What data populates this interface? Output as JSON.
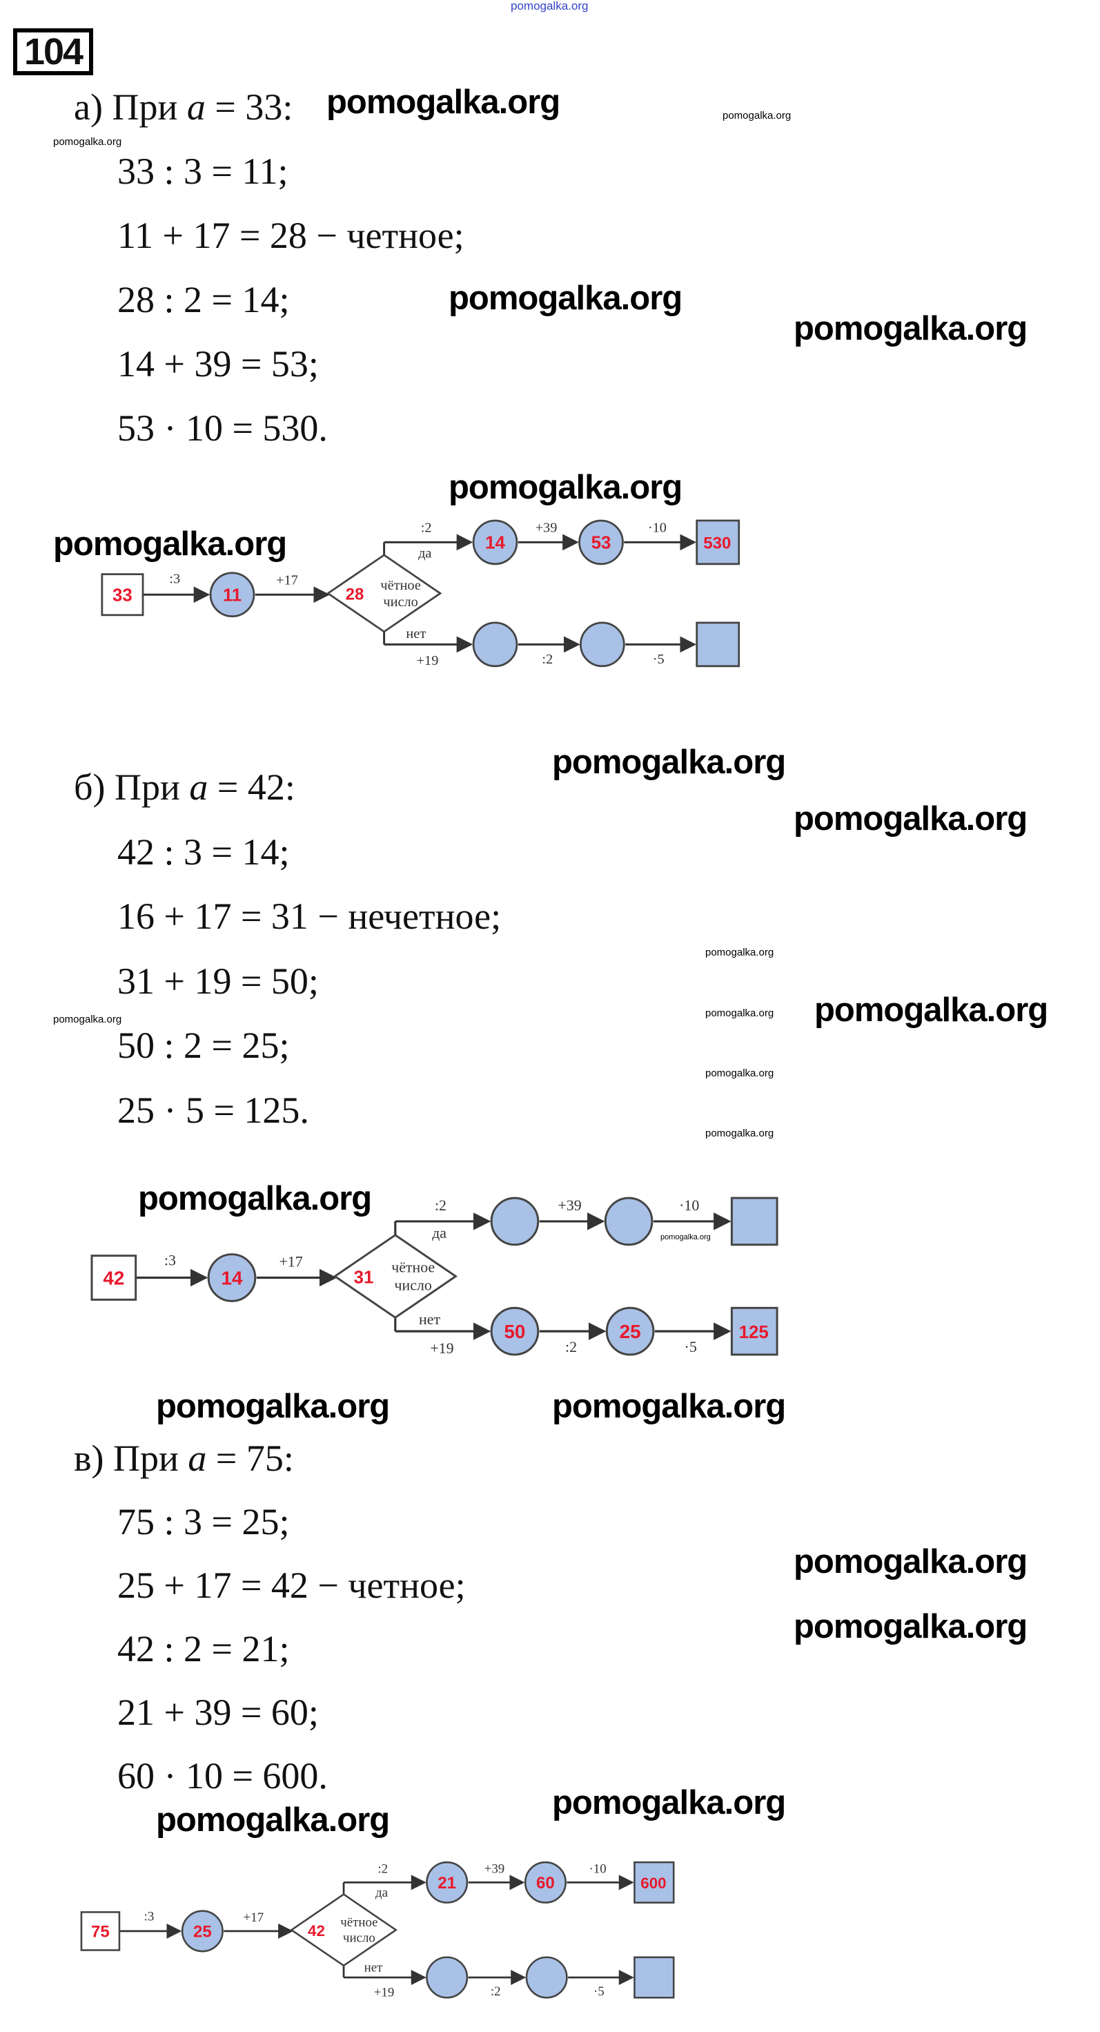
{
  "problem_number": "104",
  "watermark": "pomogalka.org",
  "colors": {
    "node_fill": "#a9c1e6",
    "answer_red": "#e8192c",
    "watermark_top": "#3344cc"
  },
  "sections": [
    {
      "label": "а)",
      "pri": "При",
      "var": "a",
      "rest": " = 33:",
      "equations": [
        "33 : 3 = 11;",
        "11 + 17 = 28 − четное;",
        "28 : 2 = 14;",
        "14 + 39 = 53;",
        "53 · 10 = 530."
      ],
      "diagram": {
        "start": "33",
        "c1": "11",
        "dec": "28",
        "up1": "14",
        "up2": "53",
        "up_end": "530",
        "lo1": "",
        "lo2": "",
        "lo_end": ""
      }
    },
    {
      "label": "б)",
      "pri": "При",
      "var": "a",
      "rest": " = 42:",
      "equations": [
        "42 : 3 = 14;",
        "16 + 17 = 31 − нечетное;",
        "31 + 19 = 50;",
        "50 : 2 = 25;",
        "25 · 5 = 125."
      ],
      "diagram": {
        "start": "42",
        "c1": "14",
        "dec": "31",
        "up1": "",
        "up2": "",
        "up_end": "",
        "lo1": "50",
        "lo2": "25",
        "lo_end": "125"
      }
    },
    {
      "label": "в)",
      "pri": "При",
      "var": "a",
      "rest": " = 75:",
      "equations": [
        "75 : 3 = 25;",
        "25 + 17 = 42 − четное;",
        "42 : 2 = 21;",
        "21 + 39 = 60;",
        "60 · 10 = 600."
      ],
      "diagram": {
        "start": "75",
        "c1": "25",
        "dec": "42",
        "up1": "21",
        "up2": "60",
        "up_end": "600",
        "lo1": "",
        "lo2": "",
        "lo_end": ""
      }
    }
  ],
  "diagram_labels": {
    "div3": ":3",
    "plus17": "+17",
    "dec_line1": "чётное",
    "dec_line2": "число",
    "yes": "да",
    "no": "нет",
    "div2": ":2",
    "plus39": "+39",
    "mul10": "·10",
    "plus19": "+19",
    "mul5": "·5"
  }
}
